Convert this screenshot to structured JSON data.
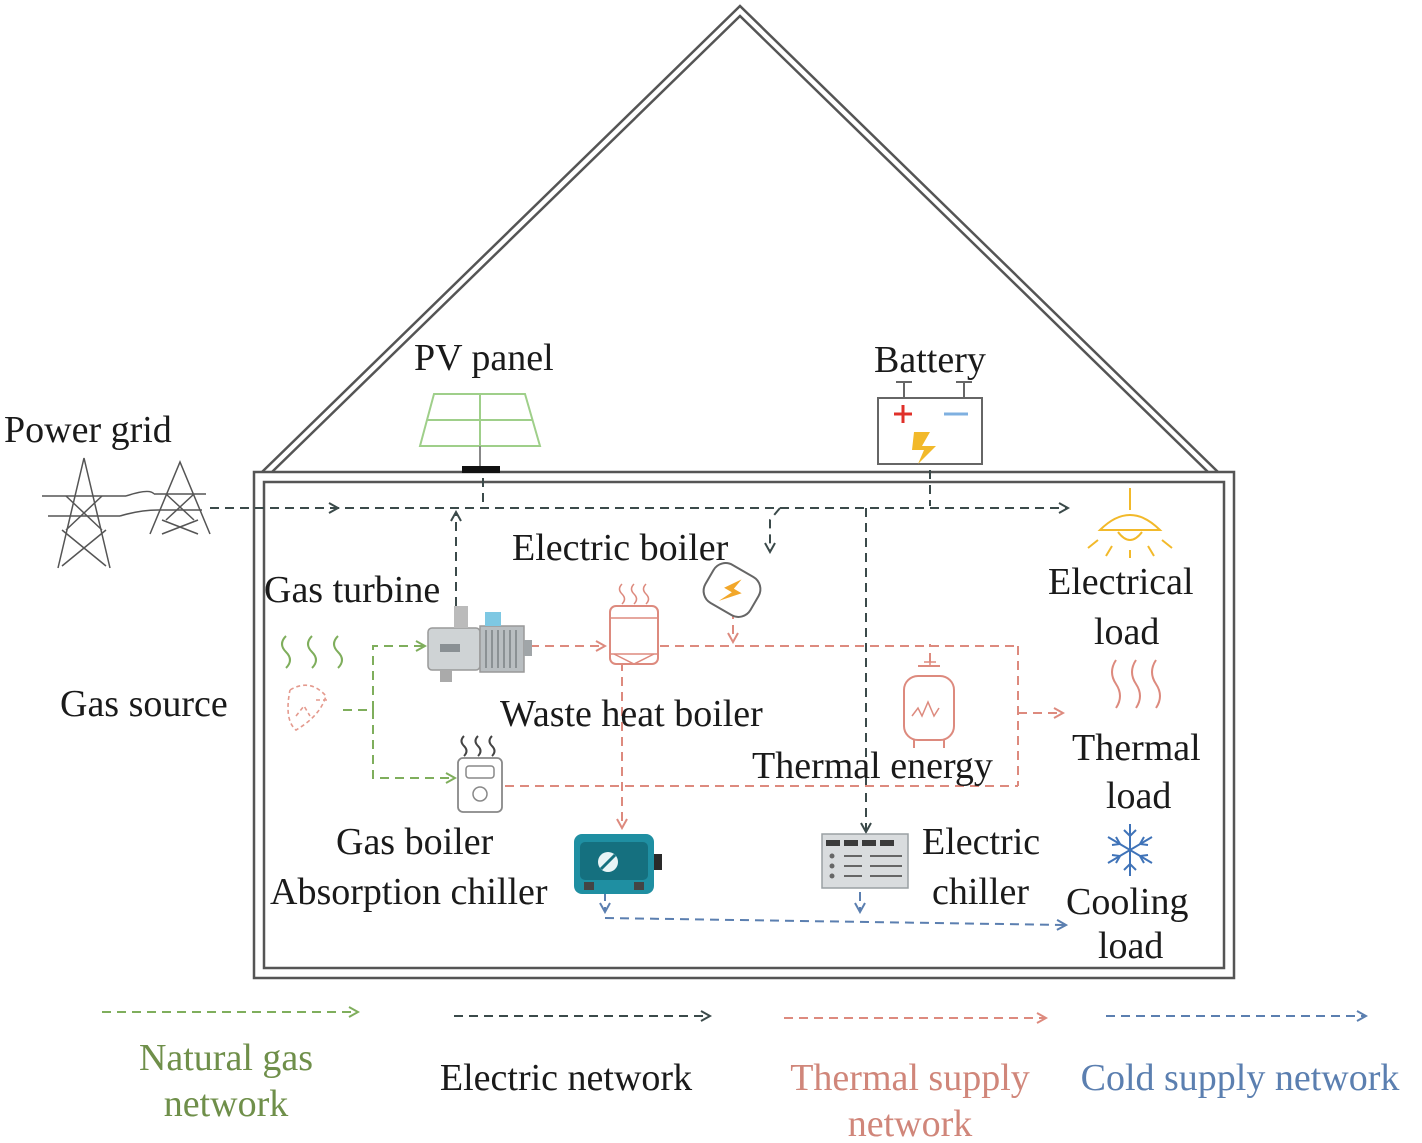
{
  "colors": {
    "gas": "#7fae5c",
    "electric": "#3b4a4a",
    "thermal": "#dd8a7e",
    "cold": "#5b7fb0",
    "house": "#555555"
  },
  "labels": {
    "power_grid": "Power grid",
    "pv_panel": "PV panel",
    "battery": "Battery",
    "electric_boiler": "Electric boiler",
    "gas_turbine": "Gas turbine",
    "gas_source": "Gas source",
    "waste_heat_boiler": "Waste heat boiler",
    "thermal_energy": "Thermal energy",
    "gas_boiler": "Gas boiler",
    "absorption_chiller": "Absorption chiller",
    "electric_chiller_1": "Electric",
    "electric_chiller_2": "chiller",
    "electrical_load_1": "Electrical",
    "electrical_load_2": "load",
    "thermal_load_1": "Thermal",
    "thermal_load_2": "load",
    "cooling_load_1": "Cooling",
    "cooling_load_2": "load"
  },
  "legend": {
    "natural_gas_1": "Natural gas",
    "natural_gas_2": "network",
    "electric": "Electric network",
    "thermal_1": "Thermal supply",
    "thermal_2": "network",
    "cold": "Cold supply network"
  },
  "icons": [
    "transmission-tower-icon",
    "solar-panel-icon",
    "battery-icon",
    "electric-boiler-icon",
    "gas-turbine-icon",
    "gas-flame-icon",
    "waste-heat-boiler-icon",
    "thermal-storage-tank-icon",
    "gas-boiler-icon",
    "absorption-chiller-icon",
    "electric-chiller-icon",
    "lamp-icon",
    "heat-waves-icon",
    "snowflake-icon"
  ]
}
